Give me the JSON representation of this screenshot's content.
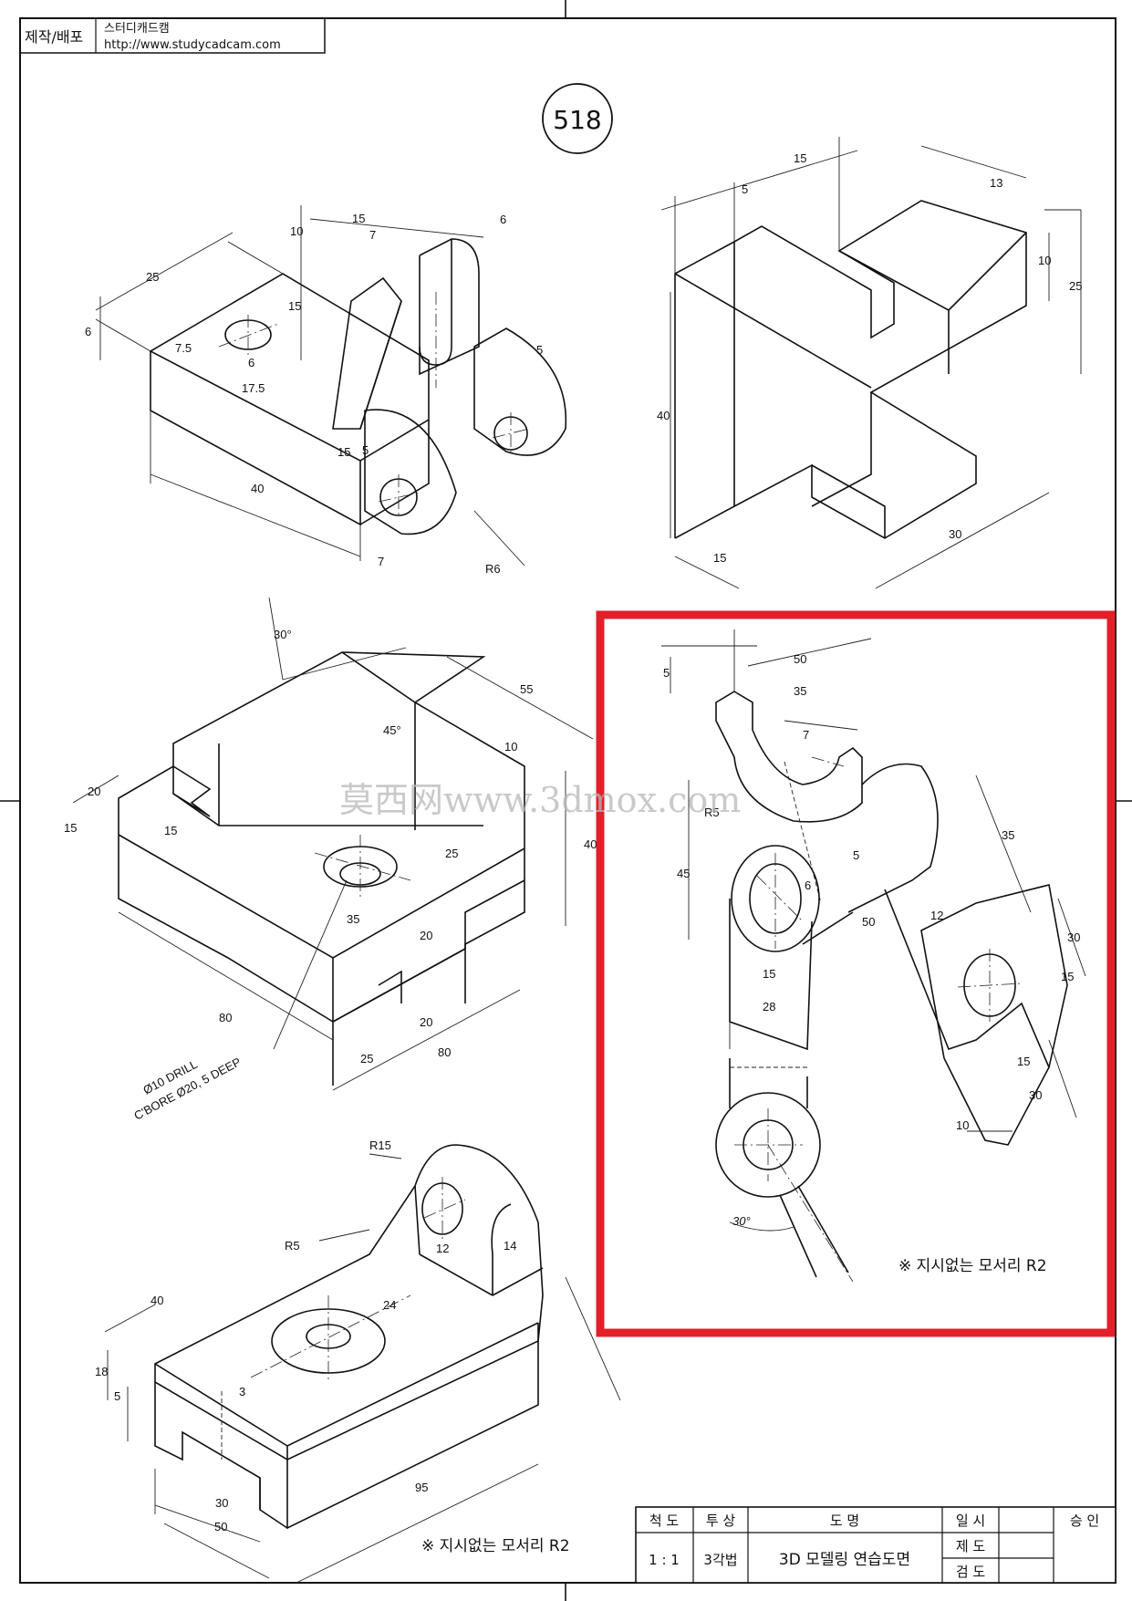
{
  "header": {
    "label": "제작/배포",
    "company": "스터디캐드캠",
    "url": "http://www.studycadcam.com"
  },
  "drawing_number": "518",
  "watermark": "莫西网www.3dmox.com",
  "notes": {
    "corner_right": "※ 지시없는 모서리 R2",
    "corner_bottom": "※ 지시없는 모서리 R2",
    "drill": "Ø10 DRILL",
    "cbore": "C'BORE Ø20, 5 DEEP"
  },
  "views": {
    "view1": {
      "dims": [
        "25",
        "6",
        "15",
        "7",
        "10",
        "6",
        "15",
        "7.5",
        "6",
        "17.5",
        "40",
        "15",
        "5",
        "R6",
        "7",
        "5"
      ]
    },
    "view2": {
      "dims": [
        "5",
        "15",
        "13",
        "10",
        "25",
        "40",
        "15",
        "30"
      ]
    },
    "view3": {
      "dims": [
        "30°",
        "55",
        "45°",
        "10",
        "20",
        "15",
        "15",
        "25",
        "40",
        "35",
        "20",
        "80",
        "20",
        "25",
        "80"
      ]
    },
    "view4": {
      "dims": [
        "50",
        "35",
        "5",
        "7",
        "R5",
        "45",
        "5",
        "6",
        "35",
        "50",
        "12",
        "30",
        "15",
        "15",
        "28",
        "15",
        "30",
        "10",
        "30°"
      ]
    },
    "view5": {
      "dims": [
        "R15",
        "R5",
        "12",
        "14",
        "40",
        "24",
        "18",
        "5",
        "3",
        "30",
        "50",
        "95"
      ]
    }
  },
  "title_block": {
    "scale_label": "척  도",
    "projection_label": "투  상",
    "name_label": "도        명",
    "date_label": "일  시",
    "approve_label": "승  인",
    "scale": "1 : 1",
    "projection": "3각법",
    "name": "3D 모델링 연습도면",
    "drawn_label": "제  도",
    "checked_label": "검  도"
  },
  "colors": {
    "highlight": "#e3202a",
    "line": "#111111",
    "watermark": "#b8b8b8"
  }
}
